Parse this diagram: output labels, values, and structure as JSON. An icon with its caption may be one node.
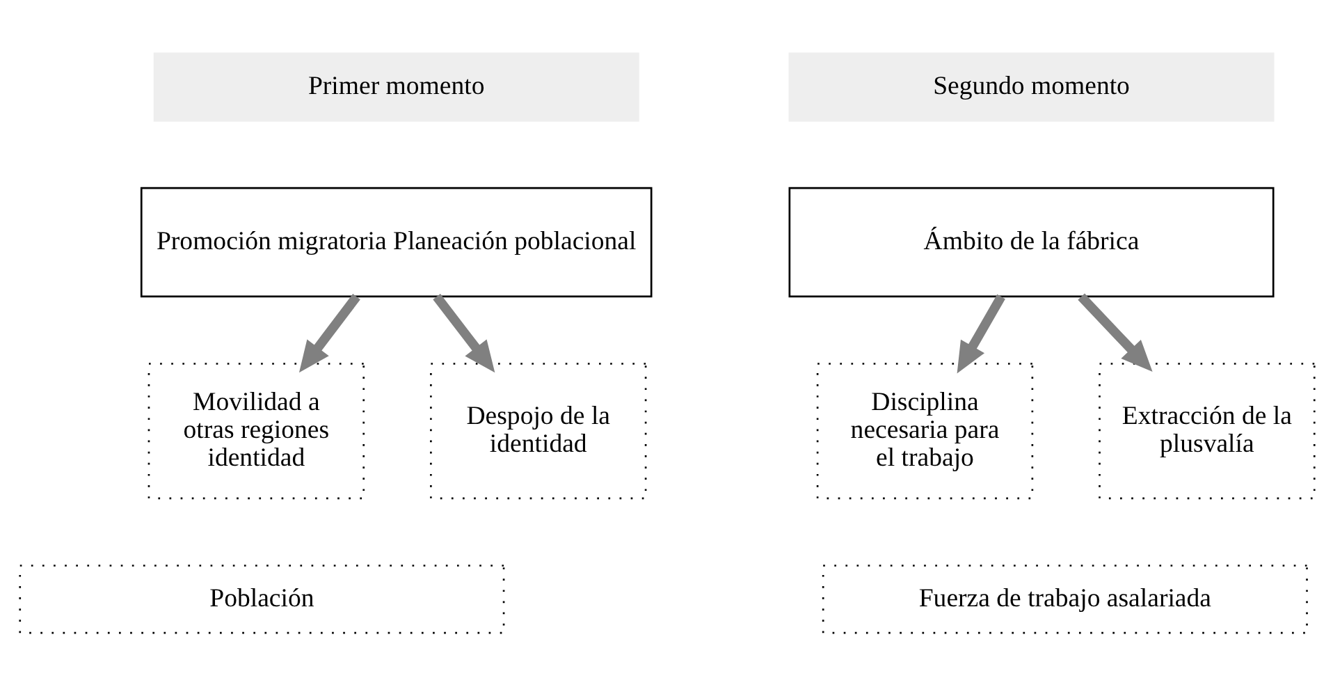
{
  "diagram": {
    "nodes": [
      {
        "text": [
          "Primer momento"
        ]
      },
      {
        "text": [
          "Segundo momento"
        ]
      },
      {
        "text": [
          "Promoción migratoria Planeación poblacional"
        ]
      },
      {
        "text": [
          "Ámbito de la fábrica"
        ]
      },
      {
        "text": [
          "Movilidad a otras regiones identidad"
        ]
      },
      {
        "text": [
          "Despojo de la identidad"
        ]
      },
      {
        "text": [
          "Disciplina necesaria para el trabajo"
        ]
      },
      {
        "text": [
          "Extracción de la plusvalía"
        ]
      },
      {
        "text": [
          "Población"
        ]
      },
      {
        "text": [
          "Fuerza de trabajo asalariada"
        ]
      }
    ],
    "edges": [
      {
        "from": 2,
        "to": 4,
        "arrow": "to"
      },
      {
        "from": 2,
        "to": 5,
        "arrow": "to"
      },
      {
        "from": 3,
        "to": 6,
        "arrow": "to"
      },
      {
        "from": 3,
        "to": 7,
        "arrow": "to"
      }
    ]
  }
}
